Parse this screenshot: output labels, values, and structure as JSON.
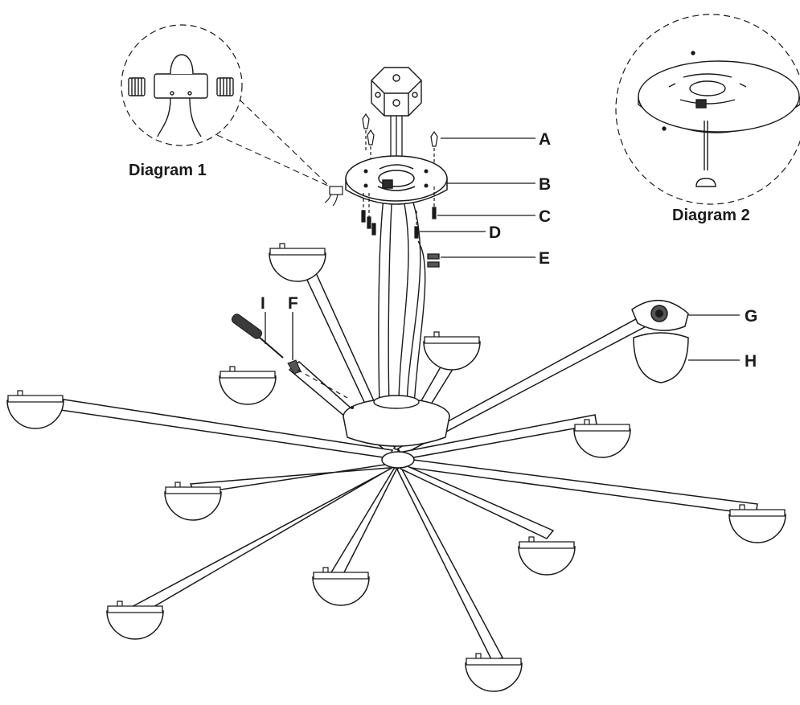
{
  "diagram": {
    "callouts": [
      {
        "id": "A",
        "text": "A"
      },
      {
        "id": "B",
        "text": "B"
      },
      {
        "id": "C",
        "text": "C"
      },
      {
        "id": "D",
        "text": "D"
      },
      {
        "id": "E",
        "text": "E"
      },
      {
        "id": "F",
        "text": "F"
      },
      {
        "id": "G",
        "text": "G"
      },
      {
        "id": "H",
        "text": "H"
      },
      {
        "id": "I",
        "text": "I"
      }
    ],
    "insets": [
      {
        "id": "diagram-1",
        "caption": "Diagram 1"
      },
      {
        "id": "diagram-2",
        "caption": "Diagram 2"
      }
    ],
    "colors": {
      "line": "#1a1a1a",
      "background": "#ffffff"
    }
  }
}
